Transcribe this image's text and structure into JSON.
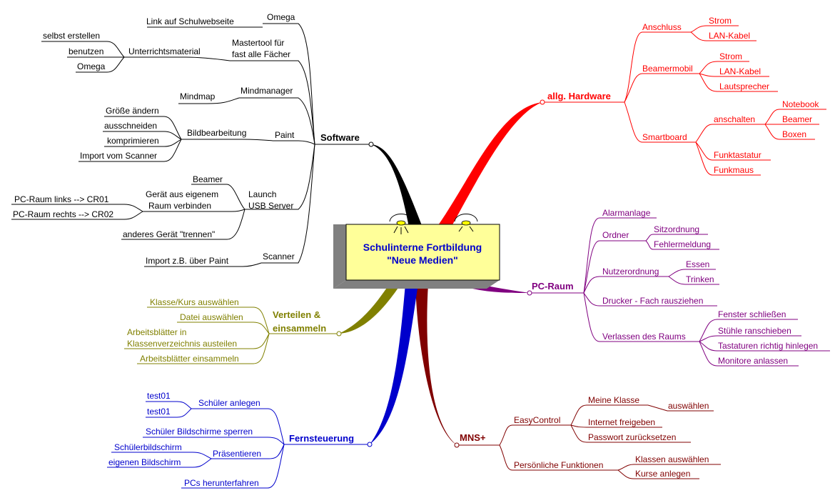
{
  "colors": {
    "software": "#000000",
    "hardware": "#ff0000",
    "pcraum": "#800080",
    "mns": "#800000",
    "fern": "#0000cc",
    "verteilen": "#808000",
    "center_text": "#0000cc",
    "center_fill": "#ffff99",
    "center_shadow": "#808080"
  },
  "icons": [
    "lamp-icon",
    "lamp-icon"
  ],
  "center": {
    "line1": "Schulinterne Fortbildung",
    "line2": "\"Neue Medien\""
  },
  "branches": {
    "software": "Software",
    "hardware": "allg. Hardware",
    "pcraum": "PC-Raum",
    "mns": "MNS+",
    "fern": "Fernsteuerung",
    "verteilen_1": "Verteilen &",
    "verteilen_2": "einsammeln"
  },
  "software": {
    "omega": "Omega",
    "link": "Link auf Schulwebseite",
    "mastertool_1": "Mastertool für",
    "mastertool_2": "fast alle Fächer",
    "unterricht": "Unterrichtsmaterial",
    "selbst": "selbst erstellen",
    "benutzen": "benutzen",
    "omega2": "Omega",
    "mindmanager": "Mindmanager",
    "mindmap": "Mindmap",
    "paint": "Paint",
    "bildbearbeitung": "Bildbearbeitung",
    "groesse": "Größe ändern",
    "ausschneiden": "ausschneiden",
    "komprimieren": "komprimieren",
    "import_scanner": "Import vom Scanner",
    "launch_1": "Launch",
    "launch_2": "USB Server",
    "beamer": "Beamer",
    "geraet_1": "Gerät aus eigenem",
    "geraet_2": "Raum verbinden",
    "pc_links": "PC-Raum links --> CR01",
    "pc_rechts": "PC-Raum rechts --> CR02",
    "trennen": "anderes Gerät \"trennen\"",
    "scanner": "Scanner",
    "import_paint": "Import z.B. über Paint"
  },
  "hardware": {
    "anschluss": "Anschluss",
    "strom1": "Strom",
    "lan1": "LAN-Kabel",
    "beamermobil": "Beamermobil",
    "strom2": "Strom",
    "lan2": "LAN-Kabel",
    "lautsprecher": "Lautsprecher",
    "smartboard": "Smartboard",
    "anschalten": "anschalten",
    "notebook": "Notebook",
    "beamer": "Beamer",
    "boxen": "Boxen",
    "funktastatur": "Funktastatur",
    "funkmaus": "Funkmaus"
  },
  "pcraum": {
    "alarmanlage": "Alarmanlage",
    "ordner": "Ordner",
    "sitzordnung": "Sitzordnung",
    "fehlermeldung": "Fehlermeldung",
    "nutzerordnung": "Nutzerordnung",
    "essen": "Essen",
    "trinken": "Trinken",
    "drucker": "Drucker - Fach rausziehen",
    "verlassen": "Verlassen des Raums",
    "fenster": "Fenster schließen",
    "stuehle": "Stühle ranschieben",
    "tastaturen": "Tastaturen richtig hinlegen",
    "monitore": "Monitore anlassen"
  },
  "mns": {
    "easycontrol": "EasyControl",
    "meine_klasse": "Meine Klasse",
    "auswaehlen": "auswählen",
    "internet": "Internet freigeben",
    "passwort": "Passwort zurücksetzen",
    "persoenlich": "Persönliche Funktionen",
    "klassen": "Klassen auswählen",
    "kurse": "Kurse anlegen"
  },
  "fern": {
    "schueler_anlegen": "Schüler anlegen",
    "test01a": "test01",
    "test01b": "test01",
    "sperren": "Schüler Bildschirme sperren",
    "praesentieren": "Präsentieren",
    "schuelerbild": "Schülerbildschirm",
    "eigenen": "eigenen Bildschirm",
    "herunterfahren": "PCs herunterfahren"
  },
  "verteilen": {
    "klasse": "Klasse/Kurs auswählen",
    "datei": "Datei auswählen",
    "arbeit_1": "Arbeitsblätter in",
    "arbeit_2": "Klassenverzeichnis austeilen",
    "einsammeln": "Arbeitsblätter einsammeln"
  }
}
